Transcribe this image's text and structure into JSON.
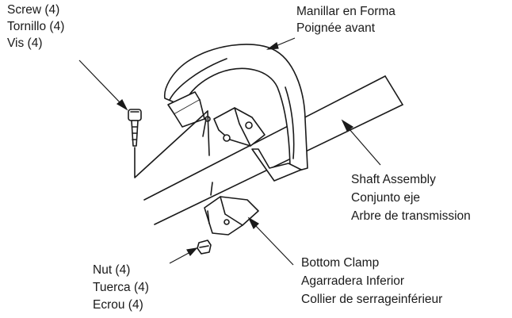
{
  "labels": {
    "screw": [
      "Screw (4)",
      "Tornillo (4)",
      "Vis (4)"
    ],
    "handle": [
      "Manillar en Forma",
      "Poignée avant"
    ],
    "shaft": [
      "Shaft Assembly",
      "Conjunto eje",
      "Arbre de transmission"
    ],
    "nut": [
      "Nut (4)",
      "Tuerca (4)",
      "Ecrou (4)"
    ],
    "clamp": [
      "Bottom Clamp",
      "Agarradera Inferior",
      "Collier de serrageinférieur"
    ]
  }
}
